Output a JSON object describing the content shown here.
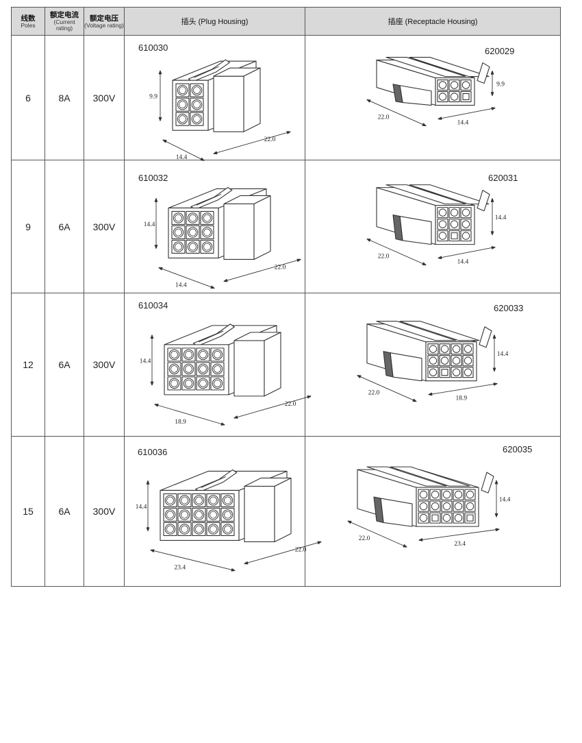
{
  "header": {
    "poles_cn": "线数",
    "poles_en": "Poles",
    "current_cn": "额定电流",
    "current_en": "(Current rating)",
    "voltage_cn": "额定电压",
    "voltage_en": "(Voltage rating)",
    "plug": "插头 (Plug Housing)",
    "receptacle": "插座 (Receptacle Housing)"
  },
  "rows": [
    {
      "poles": "6",
      "current": "8A",
      "voltage": "300V",
      "plug": {
        "part": "610030",
        "cols": 2,
        "rows": 3,
        "dim_h": "9.9",
        "dim_w": "14.4",
        "dim_d": "22.0"
      },
      "receptacle": {
        "part": "620029",
        "cols": 3,
        "rows": 2,
        "dim_h": "9.9",
        "dim_w": "14.4",
        "dim_d": "22.0"
      }
    },
    {
      "poles": "9",
      "current": "6A",
      "voltage": "300V",
      "plug": {
        "part": "610032",
        "cols": 3,
        "rows": 3,
        "dim_h": "14.4",
        "dim_w": "14.4",
        "dim_d": "22.0"
      },
      "receptacle": {
        "part": "620031",
        "cols": 3,
        "rows": 3,
        "dim_h": "14.4",
        "dim_w": "14.4",
        "dim_d": "22.0"
      }
    },
    {
      "poles": "12",
      "current": "6A",
      "voltage": "300V",
      "plug": {
        "part": "610034",
        "cols": 4,
        "rows": 3,
        "dim_h": "14.4",
        "dim_w": "18.9",
        "dim_d": "22.0"
      },
      "receptacle": {
        "part": "620033",
        "cols": 4,
        "rows": 3,
        "dim_h": "14.4",
        "dim_w": "18.9",
        "dim_d": "22.0"
      }
    },
    {
      "poles": "15",
      "current": "6A",
      "voltage": "300V",
      "plug": {
        "part": "610036",
        "cols": 5,
        "rows": 3,
        "dim_h": "14.4",
        "dim_w": "23.4",
        "dim_d": "22.0"
      },
      "receptacle": {
        "part": "620035",
        "cols": 5,
        "rows": 3,
        "dim_h": "14.4",
        "dim_w": "23.4",
        "dim_d": "22.0"
      }
    }
  ]
}
